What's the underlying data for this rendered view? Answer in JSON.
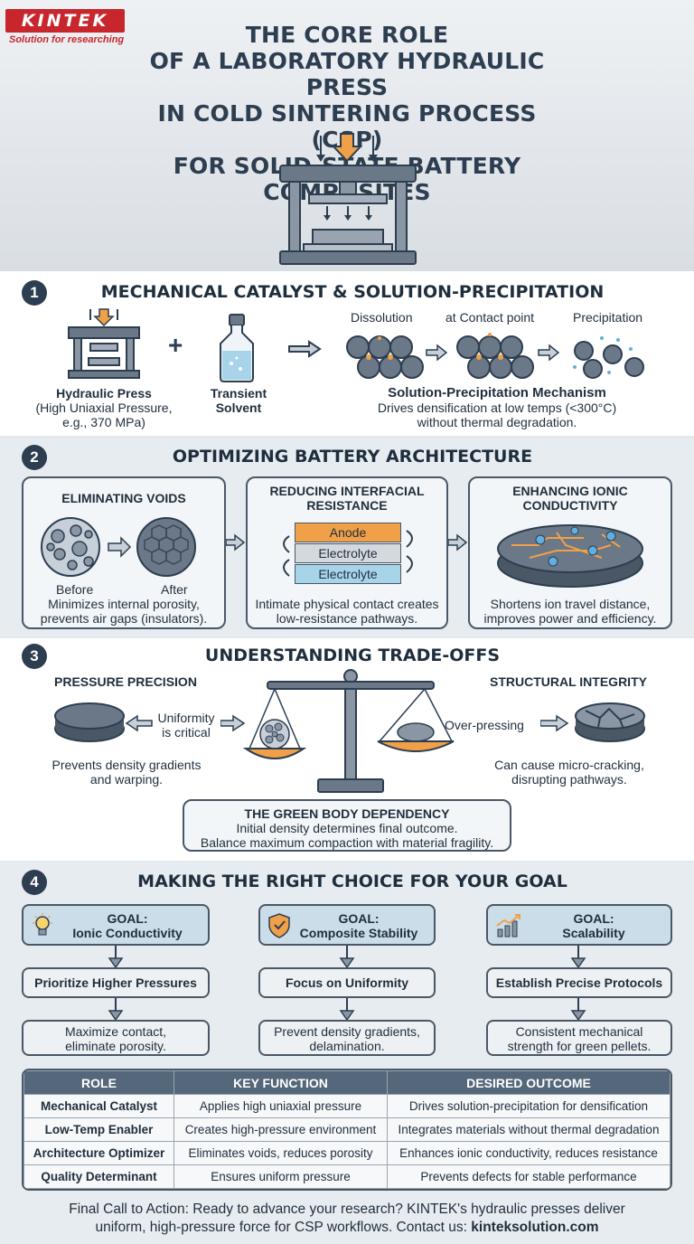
{
  "brand": {
    "name": "KINTEK",
    "tagline": "Solution for researching"
  },
  "title_lines": [
    "THE CORE ROLE",
    "OF A LABORATORY HYDRAULIC PRESS",
    "IN COLD SINTERING PROCESS (CSP)",
    "FOR SOLID-STATE BATTERY COMPOSITES"
  ],
  "section1": {
    "number": "1",
    "title": "MECHANICAL CATALYST & SOLUTION-PRECIPITATION",
    "press_label": [
      "Hydraulic Press",
      "(High Uniaxial Pressure,",
      "e.g., 370 MPa)"
    ],
    "plus": "+",
    "solvent_label": [
      "Transient",
      "Solvent"
    ],
    "stage_labels": [
      "Dissolution",
      "at Contact point",
      "Precipitation"
    ],
    "mechanism_title": "Solution-Precipitation Mechanism",
    "mechanism_desc": [
      "Drives densification at low temps (<300°C)",
      "without thermal degradation."
    ]
  },
  "section2": {
    "number": "2",
    "title": "OPTIMIZING BATTERY ARCHITECTURE",
    "cards": [
      {
        "title": [
          "ELIMINATING VOIDS"
        ],
        "before": "Before",
        "after": "After",
        "desc": [
          "Minimizes internal porosity,",
          "prevents air gaps (insulators)."
        ]
      },
      {
        "title": [
          "REDUCING INTERFACIAL",
          "RESISTANCE"
        ],
        "layers": [
          "Anode",
          "Electrolyte",
          "Electrolyte"
        ],
        "desc": [
          "Intimate physical contact creates",
          "low-resistance pathways."
        ]
      },
      {
        "title": [
          "ENHANCING IONIC",
          "CONDUCTIVITY"
        ],
        "desc": [
          "Shortens ion travel distance,",
          "improves power and efficiency."
        ]
      }
    ]
  },
  "section3": {
    "number": "3",
    "title": "UNDERSTANDING TRADE-OFFS",
    "left_title": "PRESSURE PRECISION",
    "uniformity": [
      "Uniformity",
      "is critical"
    ],
    "left_desc": [
      "Prevents density gradients",
      "and warping."
    ],
    "right_title": "STRUCTURAL INTEGRITY",
    "overpressing": "Over-pressing",
    "right_desc": [
      "Can cause micro-cracking,",
      "disrupting pathways."
    ],
    "green_title": "THE GREEN BODY DEPENDENCY",
    "green_desc": [
      "Initial density determines final outcome.",
      "Balance maximum compaction with material fragility."
    ]
  },
  "section4": {
    "number": "4",
    "title": "MAKING THE RIGHT CHOICE FOR YOUR GOAL",
    "goals": [
      {
        "goal": [
          "GOAL:",
          "Ionic Conductivity"
        ],
        "action": "Prioritize Higher Pressures",
        "result": [
          "Maximize contact,",
          "eliminate porosity."
        ],
        "icon": "lightbulb-icon"
      },
      {
        "goal": [
          "GOAL:",
          "Composite Stability"
        ],
        "action": "Focus on Uniformity",
        "result": [
          "Prevent density gradients,",
          "delamination."
        ],
        "icon": "shield-check-icon"
      },
      {
        "goal": [
          "GOAL:",
          "Scalability"
        ],
        "action": "Establish Precise Protocols",
        "result": [
          "Consistent mechanical",
          "strength for green pellets."
        ],
        "icon": "growth-chart-icon"
      }
    ]
  },
  "table": {
    "headers": [
      "ROLE",
      "KEY FUNCTION",
      "DESIRED OUTCOME"
    ],
    "rows": [
      [
        "Mechanical Catalyst",
        "Applies high uniaxial pressure",
        "Drives solution-precipitation for densification"
      ],
      [
        "Low-Temp Enabler",
        "Creates high-pressure environment",
        "Integrates materials without thermal degradation"
      ],
      [
        "Architecture Optimizer",
        "Eliminates voids, reduces porosity",
        "Enhances ionic conductivity, reduces resistance"
      ],
      [
        "Quality Determinant",
        "Ensures uniform pressure",
        "Prevents defects for stable performance"
      ]
    ]
  },
  "cta": {
    "line1": "Final Call to Action: Ready to advance your research? KINTEK's hydraulic presses deliver",
    "line2": "uniform, high-pressure force for CSP workflows. Contact us: ",
    "link": "kinteksolution.com"
  },
  "colors": {
    "navy": "#2d3e50",
    "orange": "#f0a048",
    "blue": "#a8d4ea",
    "red": "#c8262d",
    "ion": "#5fb0e0"
  }
}
